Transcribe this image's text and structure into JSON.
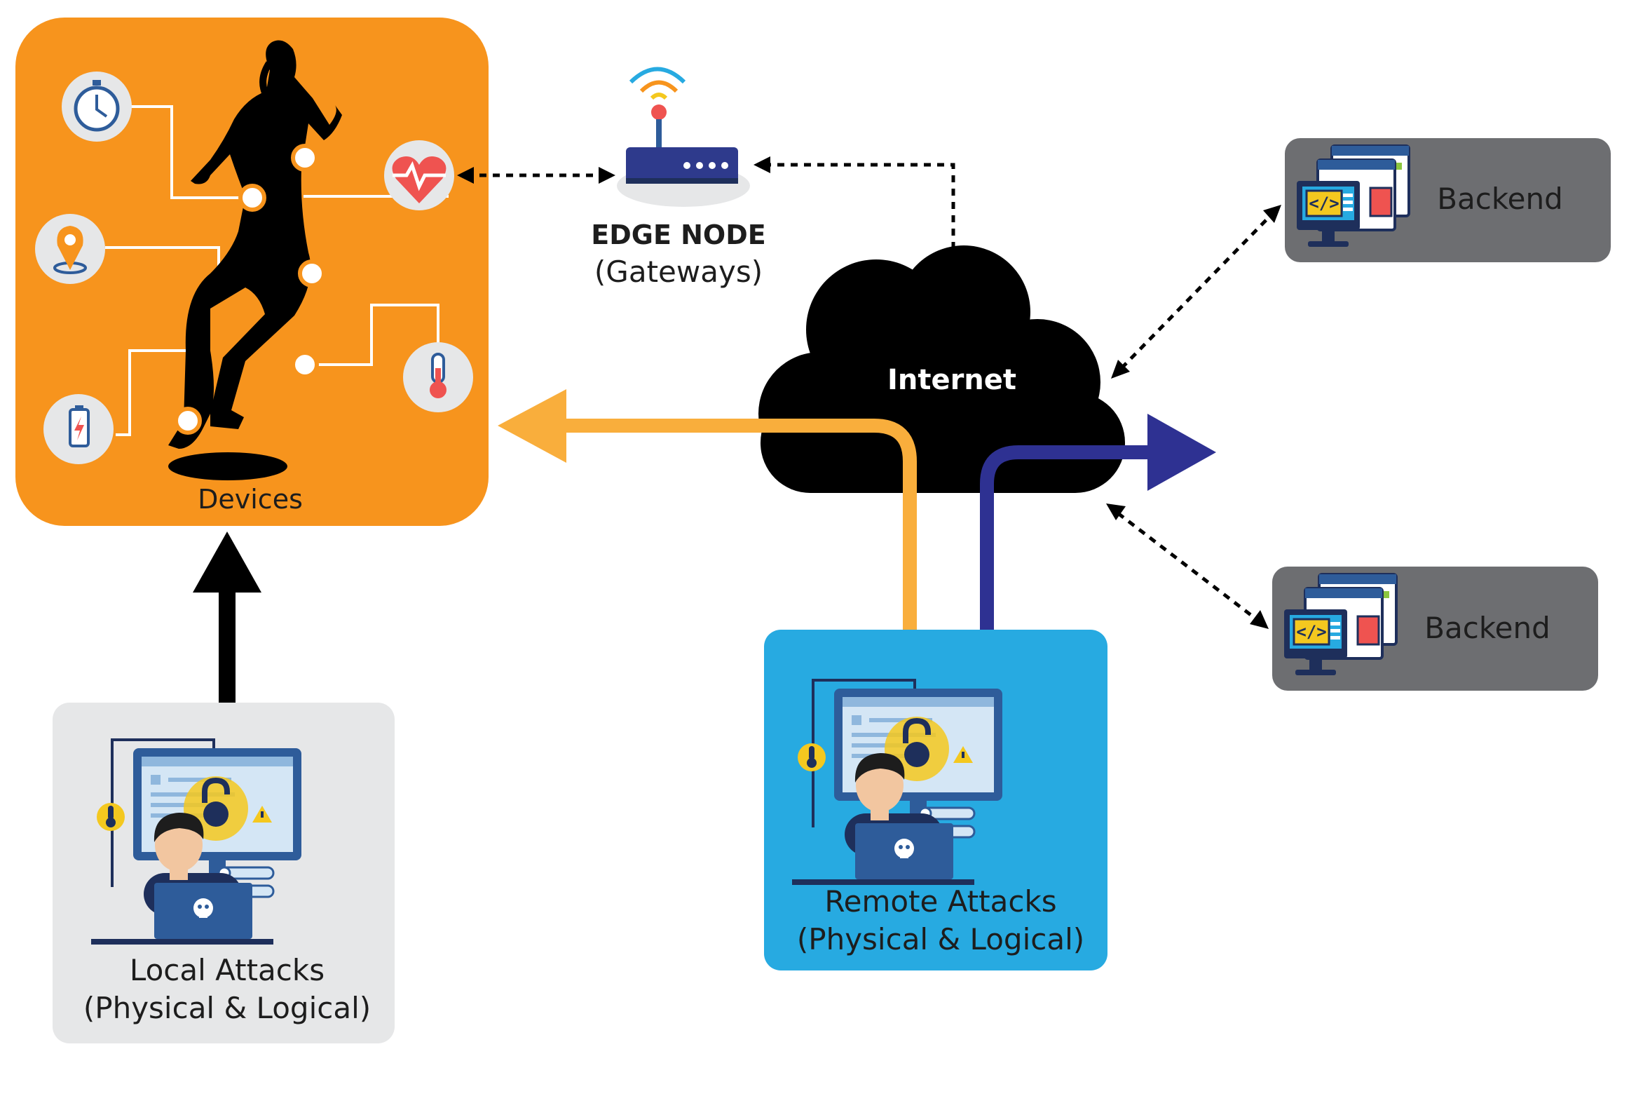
{
  "devices": {
    "label": "Devices",
    "sensor_icons": [
      "clock-icon",
      "heart-rate-icon",
      "location-pin-icon",
      "thermometer-icon",
      "battery-icon"
    ],
    "figure_icon": "runner-silhouette-icon"
  },
  "edge_node": {
    "line1": "EDGE NODE",
    "line2": "(Gateways)",
    "icon": "router-icon"
  },
  "internet": {
    "label": "Internet",
    "icon": "cloud-icon"
  },
  "backends": [
    {
      "label": "Backend",
      "icon": "server-code-icon"
    },
    {
      "label": "Backend",
      "icon": "server-code-icon"
    }
  ],
  "local_attacks": {
    "line1": "Local Attacks",
    "line2": "(Physical & Logical)",
    "icon": "hacker-icon"
  },
  "remote_attacks": {
    "line1": "Remote Attacks",
    "line2": "(Physical & Logical)",
    "icon": "hacker-icon"
  },
  "colors": {
    "devices_bg": "#F7941D",
    "orange_path": "#F9AE3C",
    "blue_path": "#2E3192",
    "remote_bg": "#27AAE1",
    "local_bg": "#E6E7E8",
    "backend_bg": "#6D6E71",
    "cloud": "#000000",
    "yellow": "#F4C81F",
    "navy": "#1E2F5B"
  }
}
